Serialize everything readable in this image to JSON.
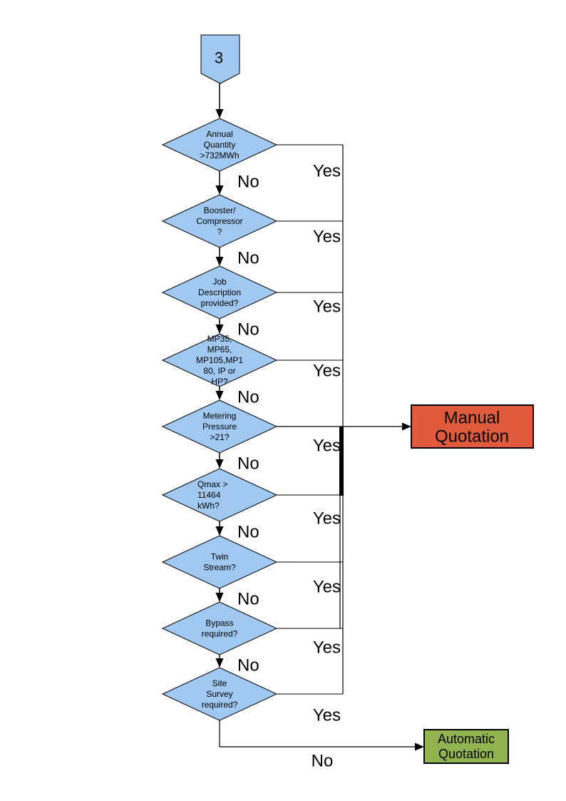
{
  "connector": {
    "label": "3"
  },
  "decisions": [
    {
      "name": "annual-quantity",
      "lines": [
        "Annual",
        "Quantity",
        ">732MWh"
      ],
      "yes": "Yes",
      "no": "No"
    },
    {
      "name": "booster-compressor",
      "lines": [
        "Booster/",
        "Compressor",
        "?"
      ],
      "yes": "Yes",
      "no": "No"
    },
    {
      "name": "job-description",
      "lines": [
        "Job",
        "Description",
        "provided?"
      ],
      "yes": "Yes",
      "no": "No"
    },
    {
      "name": "pressure-tier",
      "lines": [
        "MP35,",
        "MP65,",
        "MP105,MP1",
        "80, IP or",
        "HP?"
      ],
      "yes": "Yes",
      "no": "No"
    },
    {
      "name": "metering-pressure",
      "lines": [
        "Metering",
        "Pressure",
        ">21?"
      ],
      "yes": "Yes",
      "no": "No"
    },
    {
      "name": "qmax",
      "lines": [
        "Qmax >",
        "11464",
        "kWh?"
      ],
      "text_align": "left",
      "yes": "Yes",
      "no": "No"
    },
    {
      "name": "twin-stream",
      "lines": [
        "Twin",
        "Stream?"
      ],
      "yes": "Yes",
      "no": "No"
    },
    {
      "name": "bypass",
      "lines": [
        "Bypass",
        "required?"
      ],
      "yes": "Yes",
      "no": "No"
    },
    {
      "name": "site-survey",
      "lines": [
        "Site",
        "Survey",
        "required?"
      ],
      "yes": "Yes",
      "no": "No"
    }
  ],
  "terminals": {
    "manual": {
      "lines": [
        "Manual",
        "Quotation"
      ],
      "fill": "#E05A3C"
    },
    "automatic": {
      "lines": [
        "Automatic",
        "Quotation"
      ],
      "fill": "#91B450"
    }
  },
  "colors": {
    "decision_fill": "#A0C8F0",
    "line": "#000000",
    "page_bg": "#FFFFFF"
  }
}
